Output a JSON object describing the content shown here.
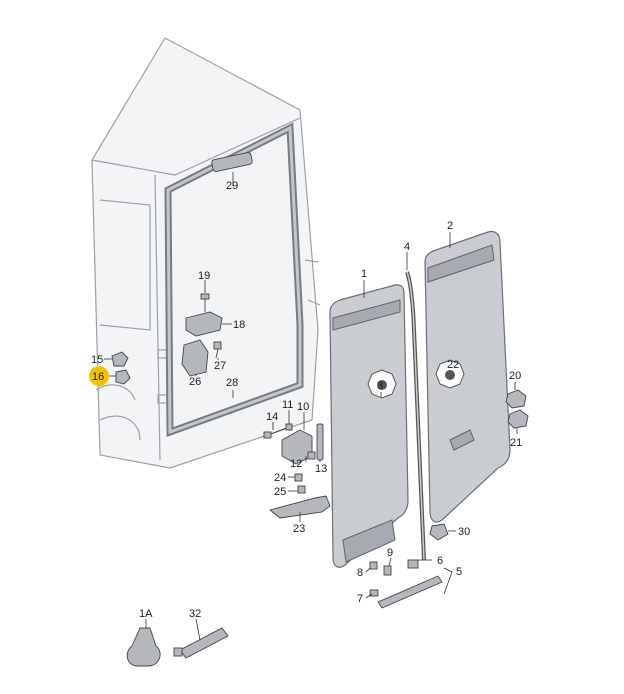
{
  "diagram": {
    "highlight_color": "#f2c200",
    "labels": {
      "p1": "1",
      "p2": "2",
      "p3": "3",
      "p4": "4",
      "p5": "5",
      "p6": "6",
      "p7": "7",
      "p8": "8",
      "p9": "9",
      "p10": "10",
      "p11": "11",
      "p12": "12",
      "p13": "13",
      "p14": "14",
      "p15": "15",
      "p16": "16",
      "p18": "18",
      "p19": "19",
      "p20": "20",
      "p21": "21",
      "p22": "22",
      "p23": "23",
      "p24": "24",
      "p25": "25",
      "p26": "26",
      "p27": "27",
      "p28": "28",
      "p29": "29",
      "p30": "30",
      "p1a": "1A",
      "p32": "32"
    }
  }
}
